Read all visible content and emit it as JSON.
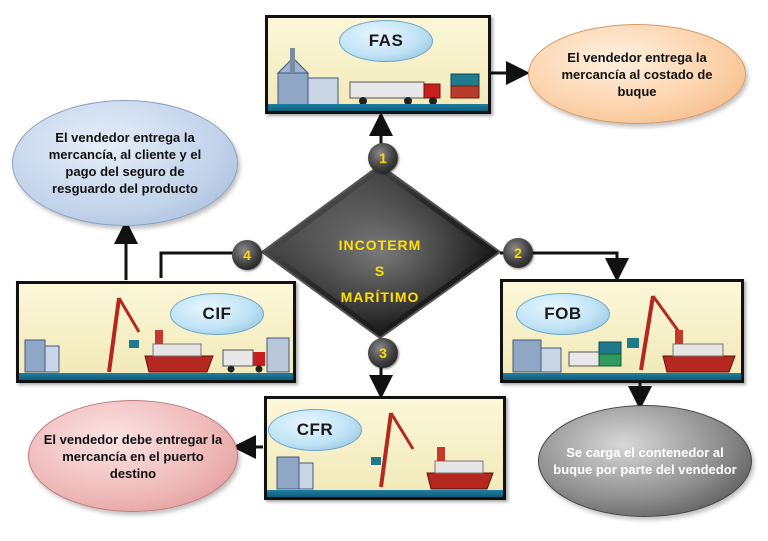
{
  "center": {
    "line1": "INCOTERM",
    "line2": "S",
    "line3": "MARÍTIMO"
  },
  "terms": {
    "fas": {
      "label": "FAS",
      "badge": "1",
      "description": "El vendedor entrega la mercancía al costado de buque"
    },
    "fob": {
      "label": "FOB",
      "badge": "2",
      "description": "Se carga el contenedor al buque por parte del vendedor"
    },
    "cfr": {
      "label": "CFR",
      "badge": "3",
      "description": "El vendedor debe entregar la mercancía en el puerto destino"
    },
    "cif": {
      "label": "CIF",
      "badge": "4",
      "description": "El vendedor entrega la mercancía, al cliente y el pago del seguro de resguardo del producto"
    }
  },
  "colors": {
    "diamond_dark": "#1c1c1c",
    "diamond_light": "#9a9a9a",
    "center_text": "#ffe000",
    "badge_text": "#ffd800"
  }
}
